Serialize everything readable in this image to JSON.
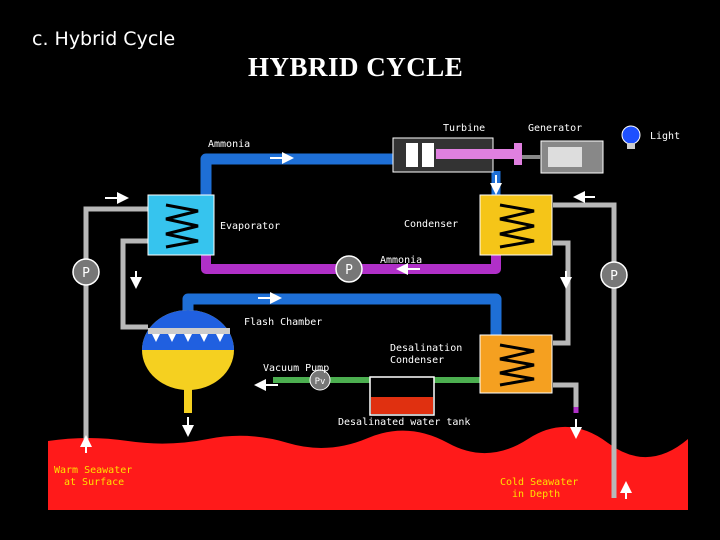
{
  "slide": {
    "section_label": "c. Hybrid Cycle",
    "title": "HYBRID CYCLE"
  },
  "diagram": {
    "labels": {
      "ammonia_top": "Ammonia",
      "turbine": "Turbine",
      "generator": "Generator",
      "light": "Light",
      "evaporator": "Evaporator",
      "condenser": "Condenser",
      "ammonia_bottom": "Ammonia",
      "flash_chamber": "Flash Chamber",
      "desal_condenser_line1": "Desalination",
      "desal_condenser_line2": "Condenser",
      "vacuum_pump": "Vacuum Pump",
      "pump_left": "P",
      "pump_center": "P",
      "pump_right": "P",
      "vacuum_pump_symbol": "Pv",
      "desalinated_tank": "Desalinated water tank",
      "warm_line1": "Warm Seawater",
      "warm_line2": "at Surface",
      "cold_line1": "Cold Seawater",
      "cold_line2": "in Depth"
    },
    "colors": {
      "background": "#000000",
      "frame_bg": "#000000",
      "seawater": "#ff1a1a",
      "ammonia_pipe": "#1e6fd6",
      "ammonia_return_pipe": "#b030c8",
      "seawater_pipe": "#b8b8b8",
      "evaporator": "#36c4ee",
      "condenser": "#f5c518",
      "desal_condenser": "#f5a020",
      "flash_top": "#2060e0",
      "flash_bottom": "#f5d020",
      "vapor_line": "#4caf50",
      "tank_water": "#e03010",
      "label_text": "#ffffff",
      "seawater_text": "#ffe000"
    }
  }
}
